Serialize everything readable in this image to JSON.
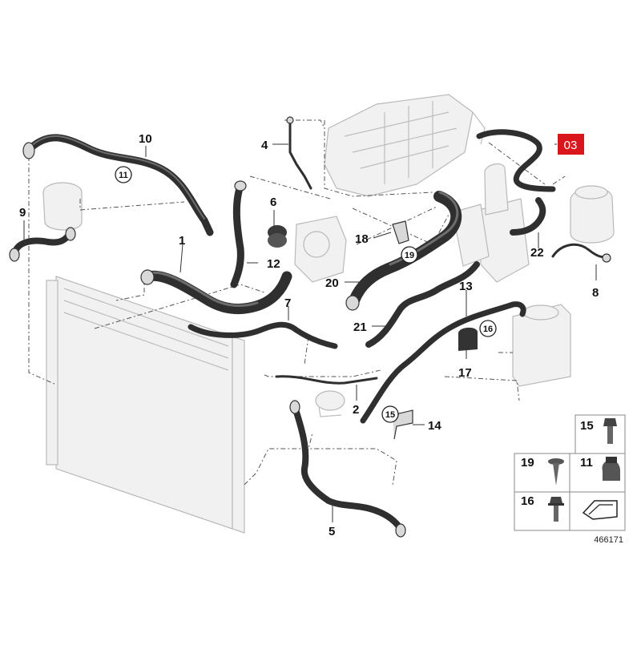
{
  "badge": {
    "text": "03",
    "color": "#d9161c"
  },
  "callouts": {
    "c1": "1",
    "c2": "2",
    "c4": "4",
    "c5": "5",
    "c6": "6",
    "c7": "7",
    "c8": "8",
    "c9": "9",
    "c10": "10",
    "c12": "12",
    "c13": "13",
    "c14": "14",
    "c17": "17",
    "c18": "18",
    "c20": "20",
    "c21": "21",
    "c22": "22"
  },
  "circled": {
    "k11": "11",
    "k19": "19",
    "k16": "16",
    "k15": "15"
  },
  "legend": {
    "items": [
      {
        "label": "15",
        "part": "bolt"
      },
      {
        "label": "19",
        "part": "screw"
      },
      {
        "label": "11",
        "part": "clamp"
      },
      {
        "label": "16",
        "part": "bolt-with-collar"
      }
    ]
  },
  "reference": "466171"
}
